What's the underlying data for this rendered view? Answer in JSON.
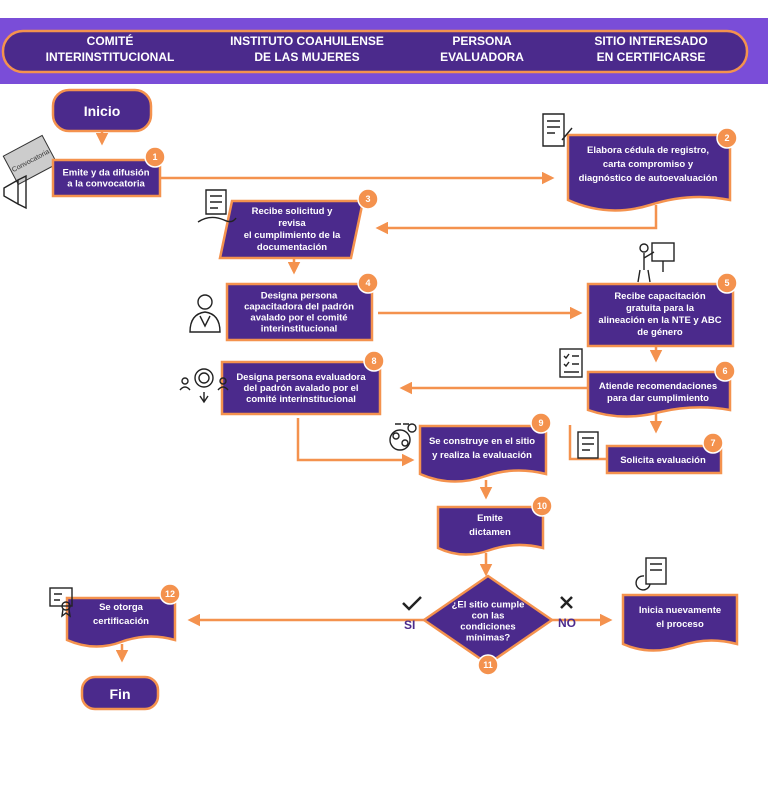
{
  "colors": {
    "purple": "#4B2A8C",
    "orange": "#F4924E",
    "header_band": "#7A4DD8",
    "text_dark": "#222222"
  },
  "lanes": [
    "COMITÉ\nINTERINSTITUCIONAL",
    "INSTITUTO COAHUILENSE\nDE LAS MUJERES",
    "PERSONA\nEVALUADORA",
    "SITIO INTERESADO\nEN CERTIFICARSE"
  ],
  "start_label": "Inicio",
  "end_label": "Fin",
  "convocatoria_label": "Convocatoria",
  "steps": [
    {
      "num": "1",
      "text": "Emite y da difusión\na la convocatoria",
      "icon": "megaphone-icon"
    },
    {
      "num": "2",
      "text": "Elabora cédula de registro,\ncarta compromiso y\ndiagnóstico de  autoevaluación",
      "icon": "document-pen-icon"
    },
    {
      "num": "3",
      "text": "Recibe solicitud y\nrevisa\nel cumplimiento de la\ndocumentación",
      "icon": "hand-document-icon"
    },
    {
      "num": "4",
      "text": "Designa persona\ncapacitadora del padrón\navalado por el comité\ninterinstitucional",
      "icon": "person-icon"
    },
    {
      "num": "5",
      "text": "Recibe capacitación\ngratuita para la\nalineación en la NTE y ABC\nde género",
      "icon": "presentation-icon"
    },
    {
      "num": "6",
      "text": "Atiende recomendaciones\npara dar cumplimiento",
      "icon": "checklist-icon"
    },
    {
      "num": "7",
      "text": "Solicita evaluación",
      "icon": "form-icon"
    },
    {
      "num": "8",
      "text": "Designa persona evaluadora\ndel padrón avalado por el\ncomité interinstitucional",
      "icon": "select-person-icon"
    },
    {
      "num": "9",
      "text": "Se construye en el sitio\ny realiza la evaluación",
      "icon": "gears-head-icon"
    },
    {
      "num": "10",
      "text": "Emite\ndictamen",
      "icon": ""
    },
    {
      "num": "11",
      "text": "¿El sitio cumple\ncon las\ncondiciones\nmínimas?",
      "icon": ""
    },
    {
      "num": "12",
      "text": "Se otorga\ncertificación",
      "icon": "certificate-icon"
    },
    {
      "num": "",
      "text": "Inicia nuevamente\nel proceso",
      "icon": "restart-document-icon"
    }
  ],
  "decision": {
    "yes_label": "SI",
    "no_label": "NO"
  }
}
